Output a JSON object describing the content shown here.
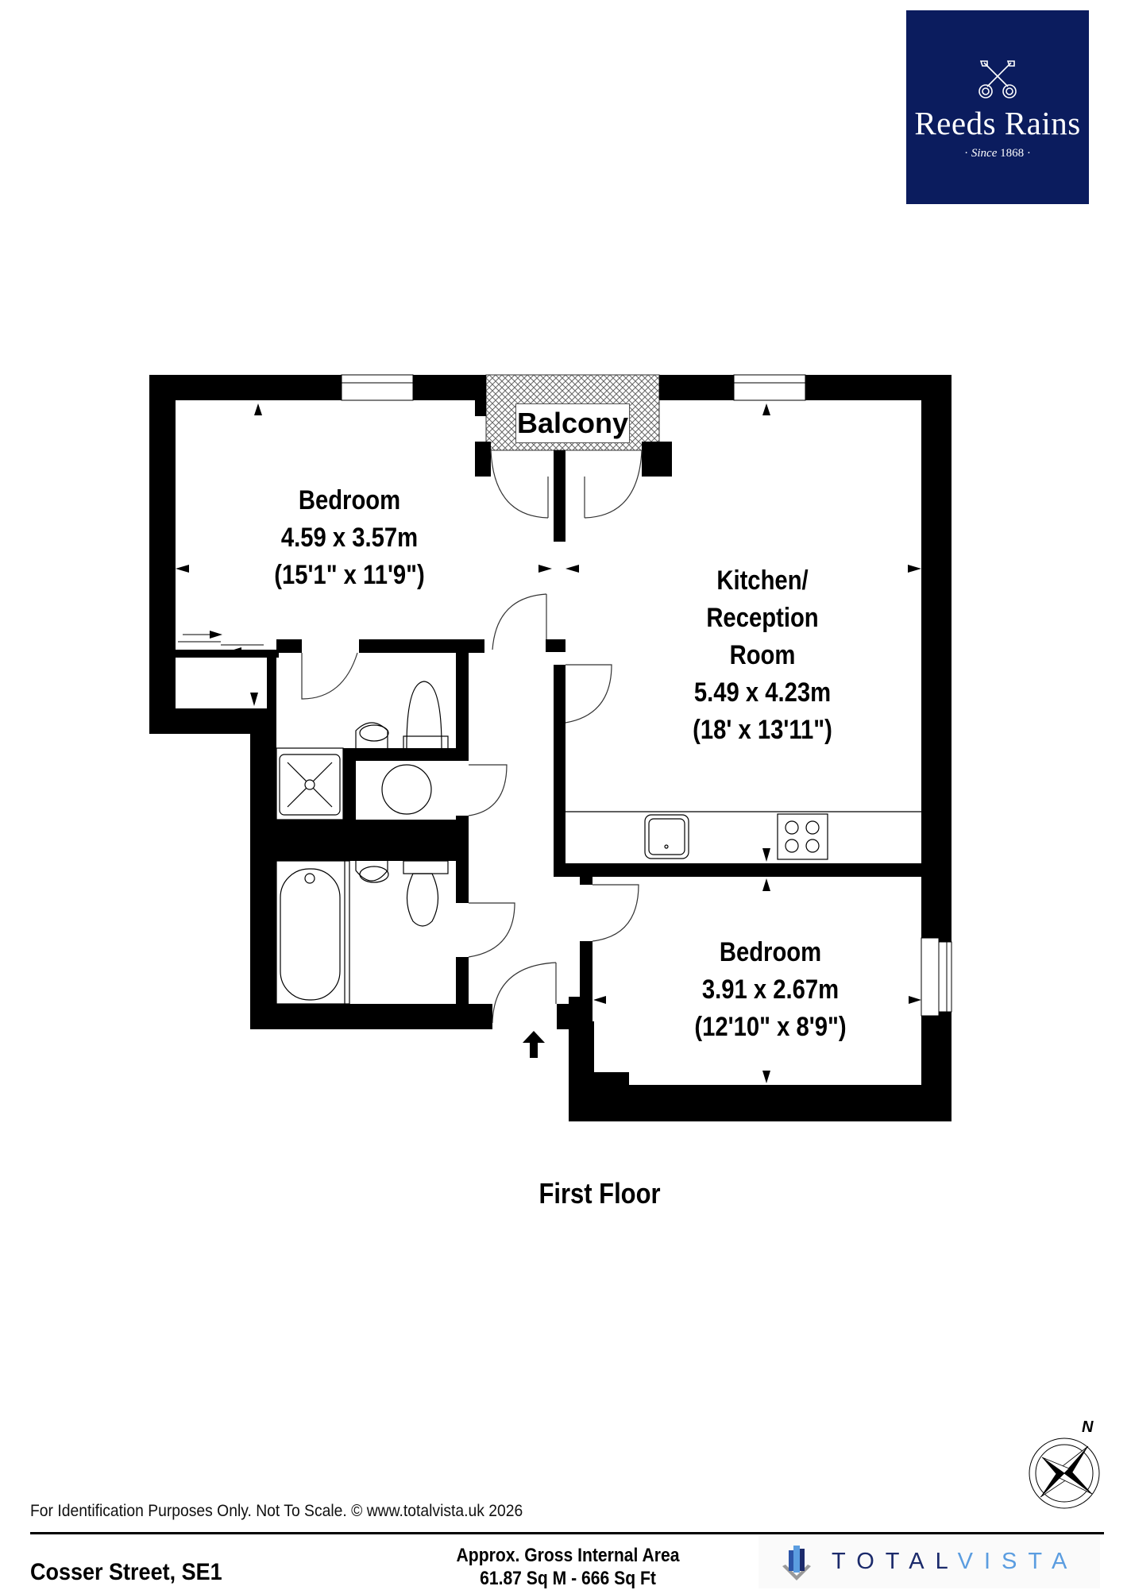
{
  "agent_logo": {
    "brand": "Reeds Rains",
    "tagline_prefix": "·",
    "tagline_since": "Since",
    "tagline_year": "1868",
    "tagline_suffix": "·",
    "icon": "crossed-keys-icon",
    "background": "#0b1c5e"
  },
  "plan": {
    "floor_title": "First Floor",
    "balcony": {
      "label": "Balcony"
    },
    "rooms": [
      {
        "name": "Bedroom",
        "metric": "4.59 x 3.57m",
        "imperial": "(15'1\" x 11'9\")"
      },
      {
        "name_line1": "Kitchen/",
        "name_line2": "Reception",
        "name_line3": "Room",
        "metric": "5.49 x 4.23m",
        "imperial": "(18' x 13'11\")"
      },
      {
        "name": "Bedroom",
        "metric": "3.91 x 2.67m",
        "imperial": "(12'10\" x 8'9\")"
      }
    ],
    "fixtures": [
      "toilet",
      "basin",
      "shower-tray",
      "cylinder",
      "bath",
      "kitchen-sink",
      "hob"
    ],
    "entrance_icon": "entrance-arrow-icon"
  },
  "compass": {
    "north_label": "N",
    "ring_text": "©www.totalvista.uk",
    "icon": "compass-rose-icon"
  },
  "footer": {
    "disclaimer": "For Identification Purposes Only. Not To Scale. © www.totalvista.uk  2026",
    "address": "Cosser Street, SE1",
    "area_line1": "Approx. Gross Internal Area",
    "area_line2": "61.87 Sq M - 666 Sq Ft",
    "surveyor_logo": {
      "word_part1": "TOTAL",
      "word_part2": "VISTA",
      "color_dark": "#1b2a6b",
      "color_light": "#5b9de0"
    }
  }
}
